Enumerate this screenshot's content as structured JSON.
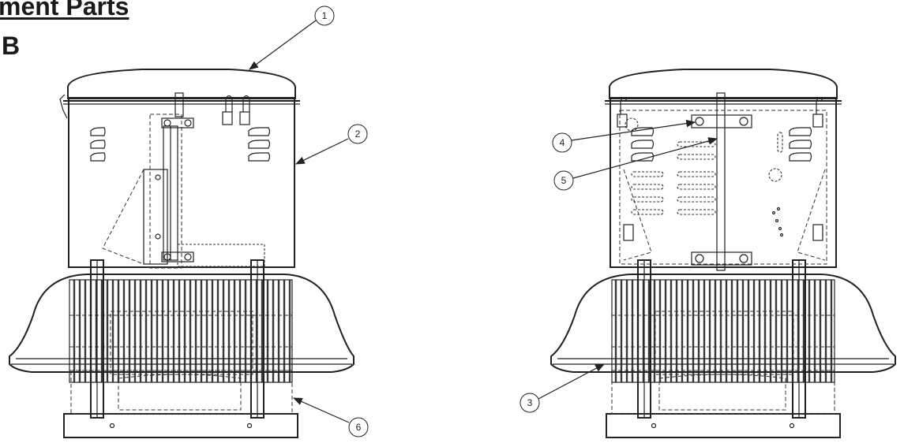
{
  "heading": {
    "line1": "ment Parts",
    "line2": "B"
  },
  "callouts": [
    "1",
    "2",
    "3",
    "4",
    "5",
    "6"
  ],
  "colors": {
    "line": "#222222",
    "background": "#ffffff"
  }
}
